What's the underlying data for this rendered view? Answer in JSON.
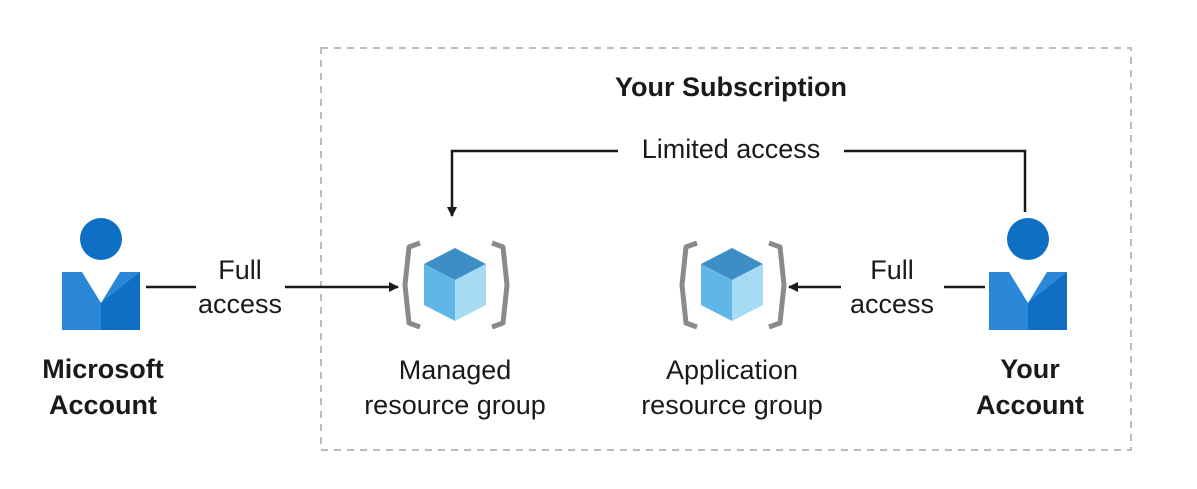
{
  "subscription": {
    "title": "Your Subscription"
  },
  "microsoft_account": {
    "line1": "Microsoft",
    "line2": "Account",
    "icon": "user-icon"
  },
  "your_account": {
    "line1": "Your",
    "line2": "Account",
    "icon": "user-icon"
  },
  "managed_group": {
    "line1": "Managed",
    "line2": "resource group",
    "icon": "resource-group-icon"
  },
  "application_group": {
    "line1": "Application",
    "line2": "resource group",
    "icon": "resource-group-icon"
  },
  "edges": {
    "full_access_left": {
      "line1": "Full",
      "line2": "access"
    },
    "full_access_right": {
      "line1": "Full",
      "line2": "access"
    },
    "limited_access": {
      "label": "Limited access"
    }
  },
  "colors": {
    "user_dark": "#0e6fc4",
    "user_mid": "#2b88d8",
    "cube_top": "#3d8ec6",
    "cube_left": "#60b6e6",
    "cube_right": "#a6dbf3",
    "bracket": "#8a8a8a",
    "border_dashed": "#bdbdbd",
    "arrow": "#1a1a1a"
  }
}
